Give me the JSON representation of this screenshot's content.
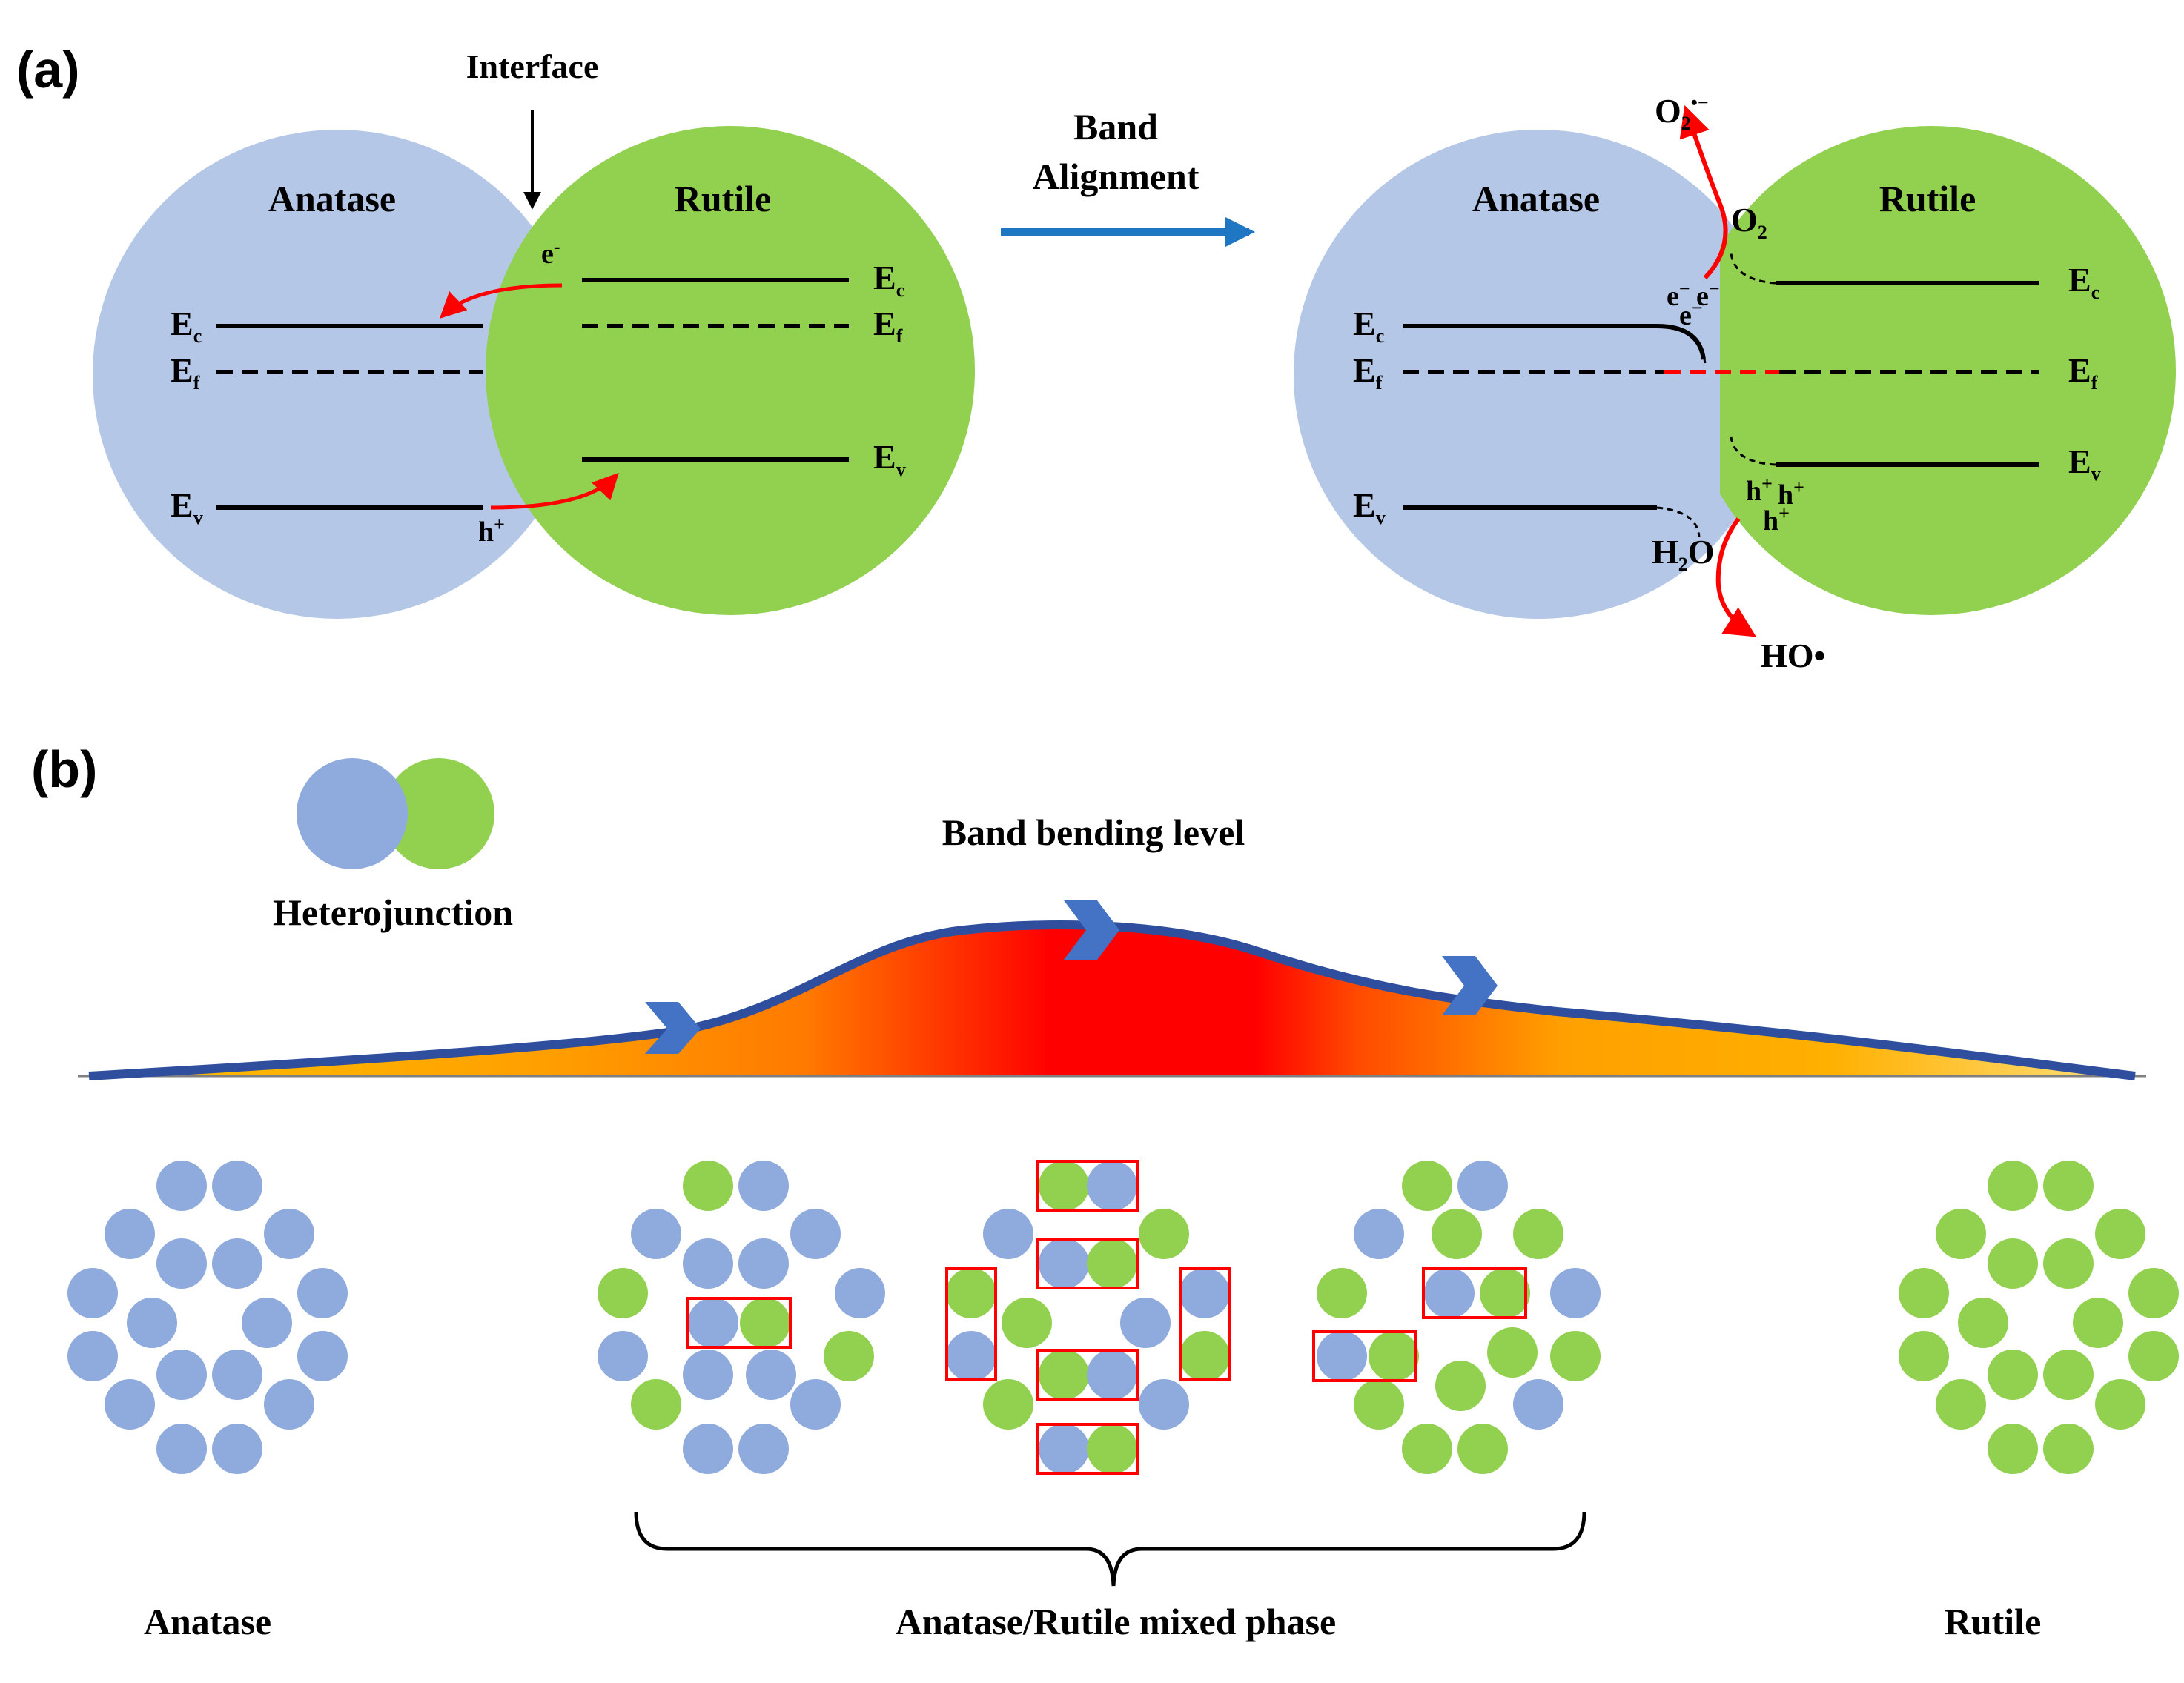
{
  "panel_a": {
    "label": "(a)",
    "interface_label": "Interface",
    "arrow_label_line1": "Band",
    "arrow_label_line2": "Alignment",
    "left": {
      "anatase": "Anatase",
      "rutile": "Rutile",
      "electron": "e",
      "electron_sup": "-",
      "hole": "h",
      "hole_sup": "+"
    },
    "right": {
      "anatase": "Anatase",
      "rutile": "Rutile",
      "o2": "O",
      "o2_sub": "2",
      "superoxide": "O",
      "superoxide_sub": "2",
      "superoxide_sup": "•−",
      "electrons": "e",
      "electrons_sup": "−",
      "h2o_h": "H",
      "h2o_sub": "2",
      "h2o_o": "O",
      "holes": "h",
      "holes_sup": "+",
      "hydroxyl": "HO•"
    },
    "levels": {
      "ec": "E",
      "ec_sub": "c",
      "ef": "E",
      "ef_sub": "f",
      "ev": "E",
      "ev_sub": "v"
    }
  },
  "panel_b": {
    "label": "(b)",
    "legend_label": "Heterojunction",
    "curve_title": "Band bending level",
    "phases": {
      "anatase": "Anatase",
      "mixed": "Anatase/Rutile mixed phase",
      "rutile": "Rutile"
    }
  },
  "colors": {
    "anatase_particle": "#b4c7e7",
    "rutile_particle": "#92d050",
    "anatase_dot": "#8faadc",
    "rutile_dot": "#92d050",
    "arrow_blue": "#1f77c4",
    "curve_blue": "#2f4f9e",
    "reaction_red": "#ff0000",
    "heat_peak": "#ff0000",
    "heat_low": "#ffc000"
  }
}
